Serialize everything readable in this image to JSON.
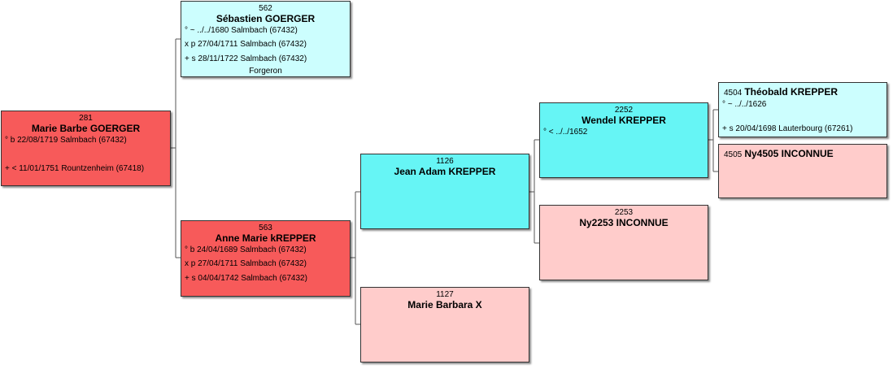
{
  "persons": {
    "p281": {
      "sosa": "281",
      "name": "Marie Barbe GOERGER",
      "events": [
        "° b 22/08/1719 Salmbach (67432)",
        "+ < 11/01/1751 Rountzenheim (67418)"
      ]
    },
    "p562": {
      "sosa": "562",
      "name": "Sébastien GOERGER",
      "events": [
        "° ~ ../../1680 Salmbach (67432)",
        "x p 27/04/1711 Salmbach (67432)",
        "+ s 28/11/1722 Salmbach (67432)"
      ],
      "occupation": "Forgeron"
    },
    "p563": {
      "sosa": "563",
      "name": "Anne Marie kREPPER",
      "events": [
        "° b 24/04/1689 Salmbach (67432)",
        "x p 27/04/1711 Salmbach (67432)",
        "+ s 04/04/1742 Salmbach (67432)"
      ]
    },
    "p1126": {
      "sosa": "1126",
      "name": "Jean Adam KREPPER"
    },
    "p1127": {
      "sosa": "1127",
      "name": "Marie Barbara X"
    },
    "p2252": {
      "sosa": "2252",
      "name": "Wendel KREPPER",
      "events": [
        "° < ../../1652"
      ]
    },
    "p2253": {
      "sosa": "2253",
      "name": "Ny2253 INCONNUE"
    },
    "p4504": {
      "sosa": "4504",
      "name": "Théobald KREPPER",
      "events": [
        "° ~ ../../1626",
        "+ s 20/04/1698 Lauterbourg (67261)"
      ]
    },
    "p4505": {
      "sosa": "4505",
      "name": "Ny4505 INCONNUE"
    }
  },
  "colors": {
    "red": "#f75a5a",
    "cyan": "#66f5f5",
    "light_cyan": "#ccfefe",
    "pink": "#ffcccb"
  }
}
